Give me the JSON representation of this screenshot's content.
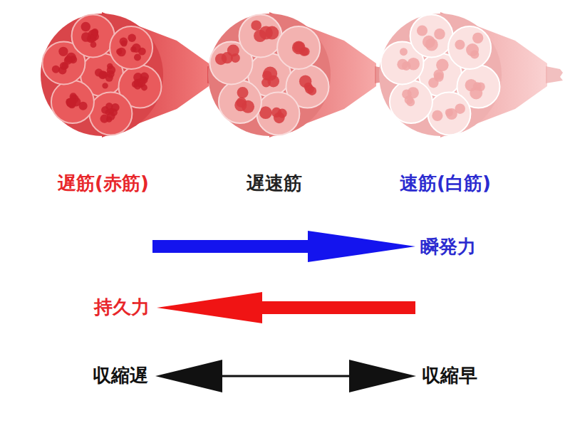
{
  "diagram": {
    "labels": [
      "遅筋(赤筋)",
      "遅速筋",
      "速筋(白筋)",
      "瞬発力",
      "持久力",
      "収縮遅",
      "収縮早"
    ]
  }
}
